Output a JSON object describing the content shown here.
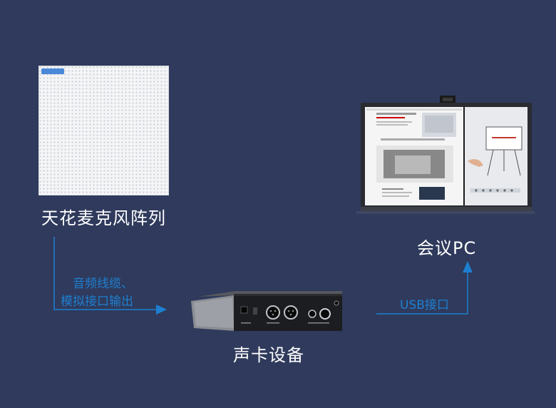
{
  "devices": {
    "mic_array": {
      "label": "天花麦克风阵列"
    },
    "pc": {
      "label": "会议PC"
    },
    "sound_card": {
      "label": "声卡设备"
    }
  },
  "connections": {
    "mic_to_card": {
      "line1": "音频线缆、",
      "line2": "模拟接口输出"
    },
    "card_to_pc": {
      "label": "USB接口"
    }
  },
  "colors": {
    "background": "#2f3a5c",
    "connector": "#1e7fd0",
    "text": "#ffffff"
  },
  "icons": [
    "ceiling-microphone-panel",
    "sound-card-device",
    "interactive-display-pc"
  ]
}
